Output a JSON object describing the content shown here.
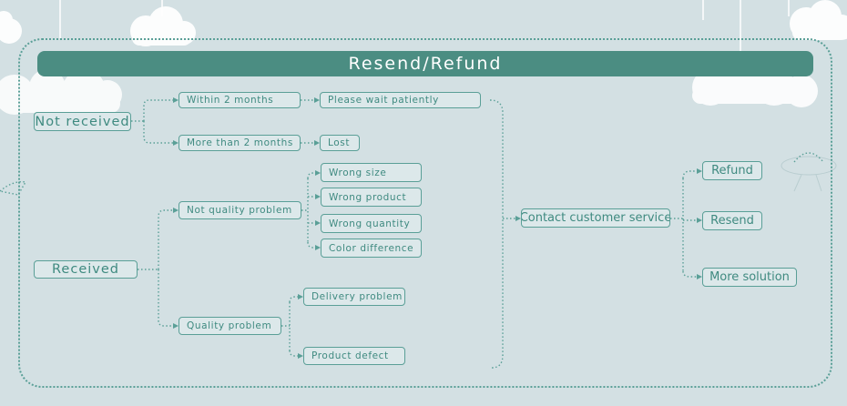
{
  "title": "Resend/Refund",
  "nodes": {
    "not_received": "Not received",
    "within_2_months": "Within 2 months",
    "please_wait": "Please wait patiently",
    "more_than_2_months": "More than 2 months",
    "lost": "Lost",
    "received": "Received",
    "not_quality_problem": "Not quality problem",
    "wrong_size": "Wrong size",
    "wrong_product": "Wrong product",
    "wrong_quantity": "Wrong quantity",
    "color_difference": "Color difference",
    "quality_problem": "Quality problem",
    "delivery_problem": "Delivery problem",
    "product_defect": "Product defect",
    "contact_customer_service": "Contact customer service",
    "refund": "Refund",
    "resend": "Resend",
    "more_solution": "More solution"
  },
  "colors": {
    "background": "#d3e0e3",
    "accent": "#4b8d82",
    "line": "#5a9f97",
    "clouds": "#ffffff"
  }
}
